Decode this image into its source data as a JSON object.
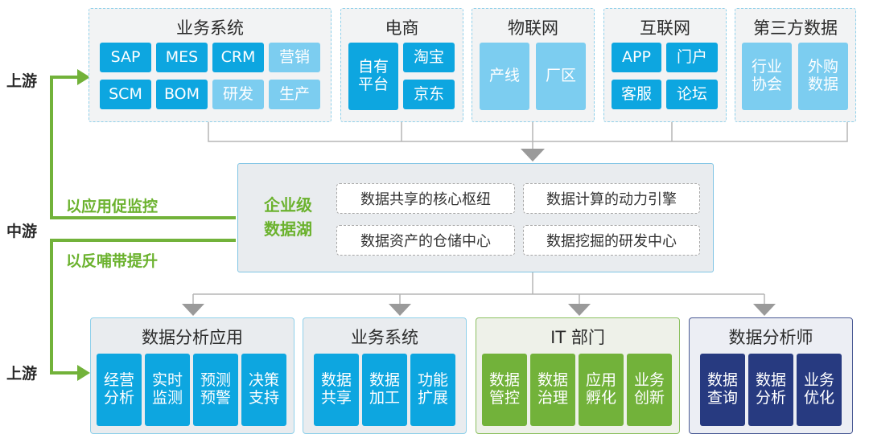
{
  "sources": [
    {
      "title": "业务系统",
      "tiles": [
        "SAP",
        "MES",
        "CRM",
        "营销",
        "SCM",
        "BOM",
        "研发",
        "生产"
      ]
    },
    {
      "title": "电商",
      "tiles": [
        "自有\n平台",
        "淘宝",
        "京东"
      ]
    },
    {
      "title": "物联网",
      "tiles": [
        "产线",
        "厂区"
      ]
    },
    {
      "title": "互联网",
      "tiles": [
        "APP",
        "门户",
        "客服",
        "论坛"
      ]
    },
    {
      "title": "第三方数据",
      "tiles": [
        "行业\n协会",
        "外购\n数据"
      ]
    }
  ],
  "lake": {
    "title": "企业级\n数据湖",
    "roles": [
      "数据共享的核心枢纽",
      "数据计算的动力引擎",
      "数据资产的仓储中心",
      "数据挖掘的研发中心"
    ]
  },
  "consumers": [
    {
      "title": "数据分析应用",
      "tiles": [
        "经营\n分析",
        "实时\n监测",
        "预测\n预警",
        "决策\n支持"
      ]
    },
    {
      "title": "业务系统",
      "tiles": [
        "数据\n共享",
        "数据\n加工",
        "功能\n扩展"
      ]
    },
    {
      "title": "IT 部门",
      "tiles": [
        "数据\n管控",
        "数据\n治理",
        "应用\n孵化",
        "业务\n创新"
      ]
    },
    {
      "title": "数据分析师",
      "tiles": [
        "数据\n查询",
        "数据\n分析",
        "业务\n优化"
      ]
    }
  ],
  "side_labels": {
    "top": "上游",
    "middle": "中游",
    "bottom": "上游"
  },
  "flow_labels": {
    "upper": "以应用促监控",
    "lower": "以反哺带提升"
  },
  "colors": {
    "tile_blue": "#0da6e0",
    "tile_light_blue": "#7ccdf0",
    "tile_green": "#72b23a",
    "tile_navy": "#273a80",
    "accent_green": "#72b23a",
    "connector_gray": "#a9a9a9"
  }
}
